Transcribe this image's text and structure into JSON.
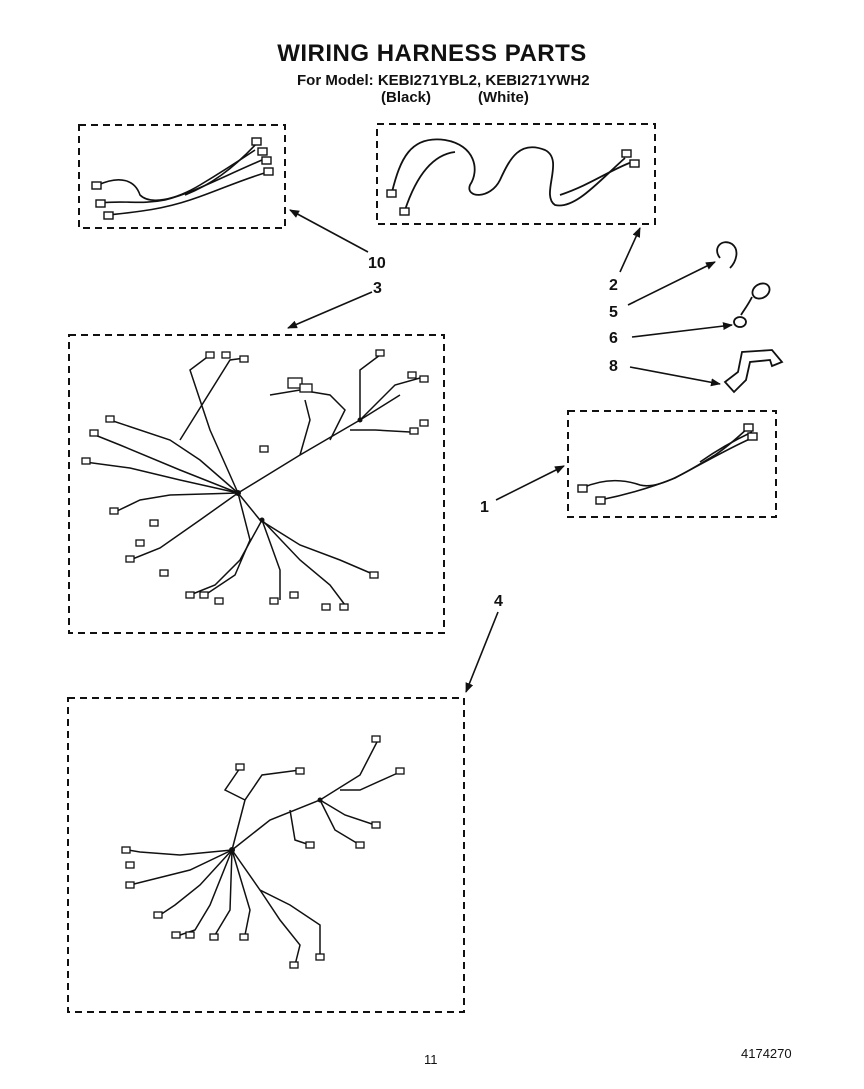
{
  "header": {
    "title": "WIRING HARNESS PARTS",
    "model_line": "For Model: KEBI271YBL2,  KEBI271YWH2",
    "variant_black": "(Black)",
    "variant_white": "(White)"
  },
  "callouts": {
    "c10": "10",
    "c3": "3",
    "c2": "2",
    "c5": "5",
    "c6": "6",
    "c8": "8",
    "c1": "1",
    "c4": "4"
  },
  "footer": {
    "page_number": "11",
    "document_number": "4174270"
  },
  "colors": {
    "ink": "#111111",
    "background": "#ffffff"
  }
}
